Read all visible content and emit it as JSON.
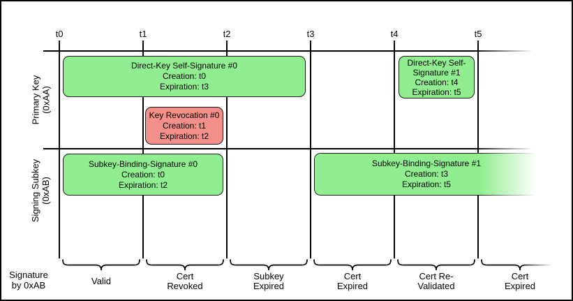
{
  "diagram": {
    "ticks": [
      "t0",
      "t1",
      "t2",
      "t3",
      "t4",
      "t5"
    ],
    "rows": [
      {
        "label_line1": "Primary Key",
        "label_line2": "(0xAA)"
      },
      {
        "label_line1": "Signing Subkey",
        "label_line2": "(0xAB)"
      }
    ],
    "boxes": [
      {
        "title": "Direct-Key Self-Signature #0",
        "creation": "Creation: t0",
        "expiration": "Expiration: t3",
        "color": "#90EE90"
      },
      {
        "title": "Direct-Key Self-Signature #1",
        "creation": "Creation: t4",
        "expiration": "Expiration: t5",
        "color": "#90EE90"
      },
      {
        "title": "Key Revocation #0",
        "creation": "Creation: t1",
        "expiration": "Expiration: t2",
        "color": "#F4908A"
      },
      {
        "title": "Subkey-Binding-Signature #0",
        "creation": "Creation: t0",
        "expiration": "Expiration: t2",
        "color": "#90EE90"
      },
      {
        "title": "Subkey-Binding-Signature #1",
        "creation": "Creation: t3",
        "expiration": "Expiration: t5",
        "color": "#90EE90"
      }
    ],
    "axis_label_line1": "Signature",
    "axis_label_line2": "by 0xAB",
    "periods": [
      {
        "line1": "Valid",
        "line2": ""
      },
      {
        "line1": "Cert",
        "line2": "Revoked"
      },
      {
        "line1": "Subkey",
        "line2": "Expired"
      },
      {
        "line1": "Cert",
        "line2": "Expired"
      },
      {
        "line1": "Cert Re-",
        "line2": "Validated"
      },
      {
        "line1": "Cert",
        "line2": "Expired"
      }
    ],
    "colors": {
      "valid_signature": "#90EE90",
      "revocation": "#F4908A",
      "lines": "#000000",
      "background": "#FFFFFF"
    }
  }
}
